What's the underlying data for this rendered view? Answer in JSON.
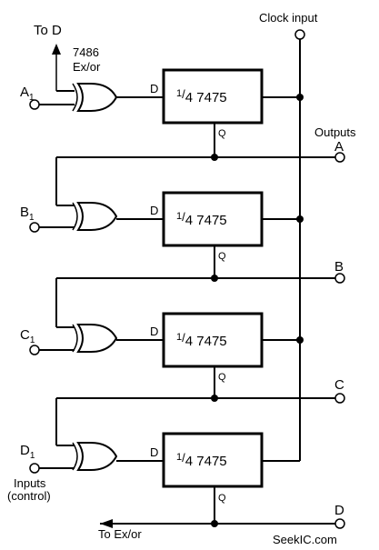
{
  "labels": {
    "to_d": "To D",
    "gate_part": "7486",
    "gate_type": "Ex/or",
    "clock_input": "Clock input",
    "outputs": "Outputs",
    "inputs_line1": "Inputs",
    "inputs_line2": "(control)",
    "to_exor": "To Ex/or",
    "watermark": "SeekIC.com"
  },
  "stages": [
    {
      "input": "A",
      "input_sub": "1",
      "output": "A",
      "flipflop": "4 7475",
      "flipflop_frac": "1",
      "d_pin": "D",
      "q_pin": "Q"
    },
    {
      "input": "B",
      "input_sub": "1",
      "output": "B",
      "flipflop": "4 7475",
      "flipflop_frac": "1",
      "d_pin": "D",
      "q_pin": "Q"
    },
    {
      "input": "C",
      "input_sub": "1",
      "output": "C",
      "flipflop": "4 7475",
      "flipflop_frac": "1",
      "d_pin": "D",
      "q_pin": "Q"
    },
    {
      "input": "D",
      "input_sub": "1",
      "output": "D",
      "flipflop": "4 7475",
      "flipflop_frac": "1",
      "d_pin": "D",
      "q_pin": "Q"
    }
  ]
}
